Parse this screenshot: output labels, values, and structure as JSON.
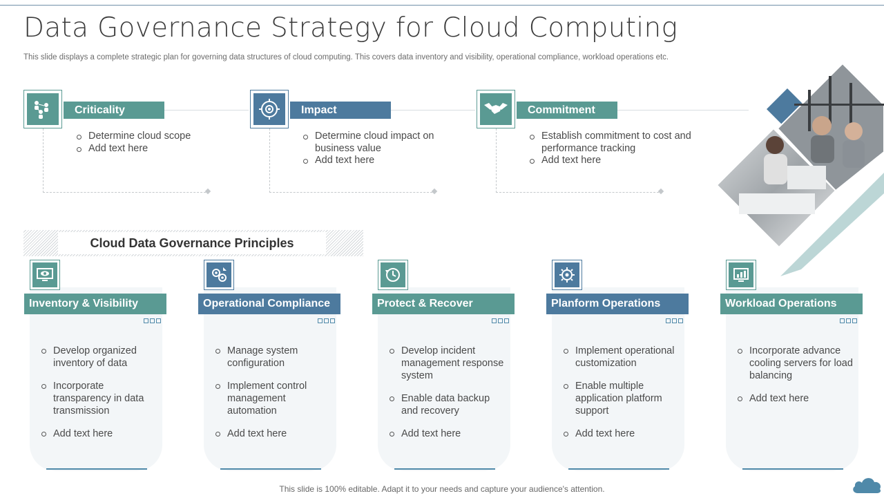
{
  "title": "Data Governance Strategy for Cloud Computing",
  "subtitle": "This slide displays a complete strategic plan for governing data structures of cloud computing. This covers data inventory and visibility, operational compliance, workload operations etc.",
  "steps": [
    {
      "label": "Criticality",
      "icon": "people-network-icon",
      "color": "#5a9a93",
      "bullets": [
        "Determine cloud scope",
        "Add text here"
      ]
    },
    {
      "label": "Impact",
      "icon": "gear-target-icon",
      "color": "#4d7a9e",
      "bullets": [
        "Determine cloud impact on business value",
        "Add text here"
      ]
    },
    {
      "label": "Commitment",
      "icon": "handshake-icon",
      "color": "#5a9a93",
      "bullets": [
        "Establish commitment to cost and performance tracking",
        "Add text here"
      ]
    }
  ],
  "principles_title": "Cloud Data Governance Principles",
  "principles": [
    {
      "title": "Inventory & Visibility",
      "icon": "monitor-eye-icon",
      "color": "#5a9a93",
      "bullets": [
        "Develop organized inventory of data",
        "Incorporate transparency in data transmission",
        "Add text here"
      ]
    },
    {
      "title": "Operational Compliance",
      "icon": "gears-icon",
      "color": "#4d7a9e",
      "bullets": [
        "Manage system configuration",
        "Implement control management automation",
        "Add text here"
      ]
    },
    {
      "title": "Protect & Recover",
      "icon": "clock-recover-icon",
      "color": "#5a9a93",
      "bullets": [
        "Develop incident management response system",
        "Enable data backup and recovery",
        "Add text here"
      ]
    },
    {
      "title": "Planform Operations",
      "icon": "gear-dollar-icon",
      "color": "#4d7a9e",
      "bullets": [
        "Implement operational customization",
        "Enable multiple application platform support",
        "Add text here"
      ]
    },
    {
      "title": "Workload Operations",
      "icon": "workload-monitor-icon",
      "color": "#5a9a93",
      "bullets": [
        "Incorporate advance cooling servers for load balancing",
        "Add text here"
      ]
    }
  ],
  "footer": "This slide is 100% editable. Adapt it to your needs and capture your audience's attention.",
  "colors": {
    "teal": "#5a9a93",
    "blue": "#4d7a9e",
    "light_teal": "#bcd6d6"
  }
}
